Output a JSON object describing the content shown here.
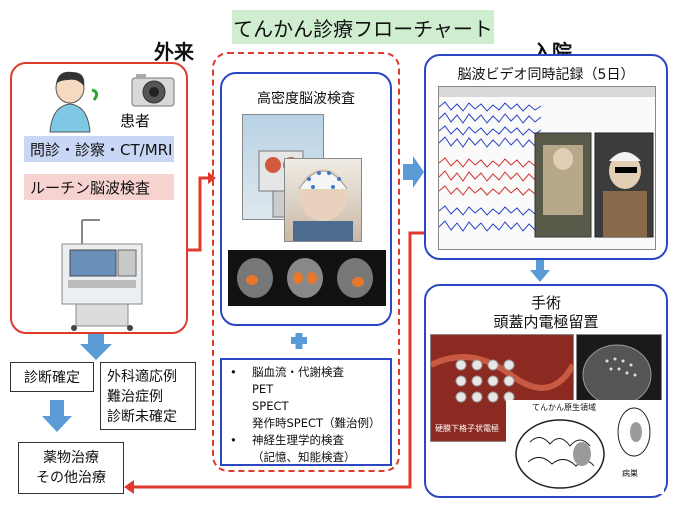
{
  "title": "てんかん診療フローチャート",
  "sections": {
    "outpatient": "外来",
    "inpatient": "入院"
  },
  "outpatient_panel": {
    "patient_label": "患者",
    "exam_tag": "問診・診察・CT/MRI",
    "eeg_tag": "ルーチン脳波検査"
  },
  "center_panel": {
    "title": "高密度脳波検査",
    "plus": "+",
    "bullets": [
      "•　 脳血流・代謝検査",
      "PET",
      "SPECT",
      "発作時SPECT（難治例）",
      "•　 神経生理学的検査",
      "（記憶、知能検査）"
    ]
  },
  "video_panel": {
    "title": "脳波ビデオ同時記録（5日）"
  },
  "surgery_panel": {
    "title_line1": "手術",
    "title_line2": "頭蓋内電極留置",
    "image_caption_left": "硬膜下格子状電極",
    "image_caption_origin": "てんかん原生領域",
    "image_caption_lesion": "病巣"
  },
  "diagnosis": {
    "confirmed": "診断確定",
    "unconfirmed_lines": [
      "外科適応例",
      "難治症例",
      "診断未確定"
    ]
  },
  "treatment": {
    "line1": "薬物治療",
    "line2": "その他治療"
  },
  "colors": {
    "red": "#e03a2e",
    "blue": "#2b46c4",
    "arrow_blue": "#5b9bd5"
  }
}
